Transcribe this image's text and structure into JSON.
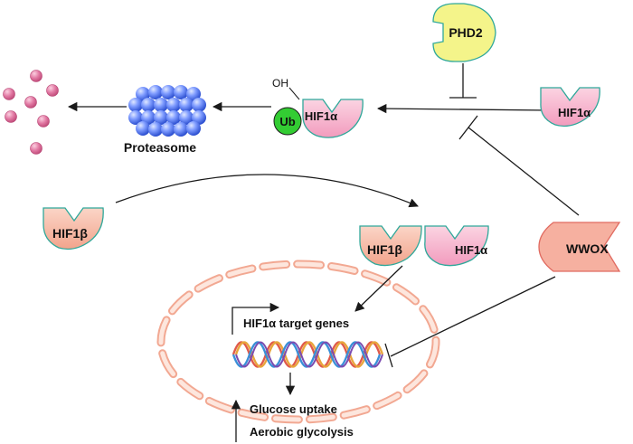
{
  "labels": {
    "phd2": "PHD2",
    "hif1a": "HIF1α",
    "hif1b": "HIF1β",
    "ub": "Ub",
    "oh": "OH",
    "proteasome": "Proteasome",
    "wwox": "WWOX",
    "target_genes": "HIF1α target genes",
    "glucose_uptake": "Glucose uptake",
    "aerobic_glycolysis": "Aerobic glycolysis"
  },
  "colors": {
    "hif_fill": "#f7b4cc",
    "hif_stroke": "#2fa89a",
    "hif1b_fill": "#f6b9a3",
    "phd2_fill": "#f4f48a",
    "ub_fill": "#33cc33",
    "proteasome_fill": "#5a7cf0",
    "fragment_fill": "#d9608f",
    "wwox_fill": "#f6b0a0",
    "wwox_stroke": "#e06a60",
    "nucleus_fill": "#fbe1d8",
    "nucleus_stroke": "#f0a090"
  }
}
